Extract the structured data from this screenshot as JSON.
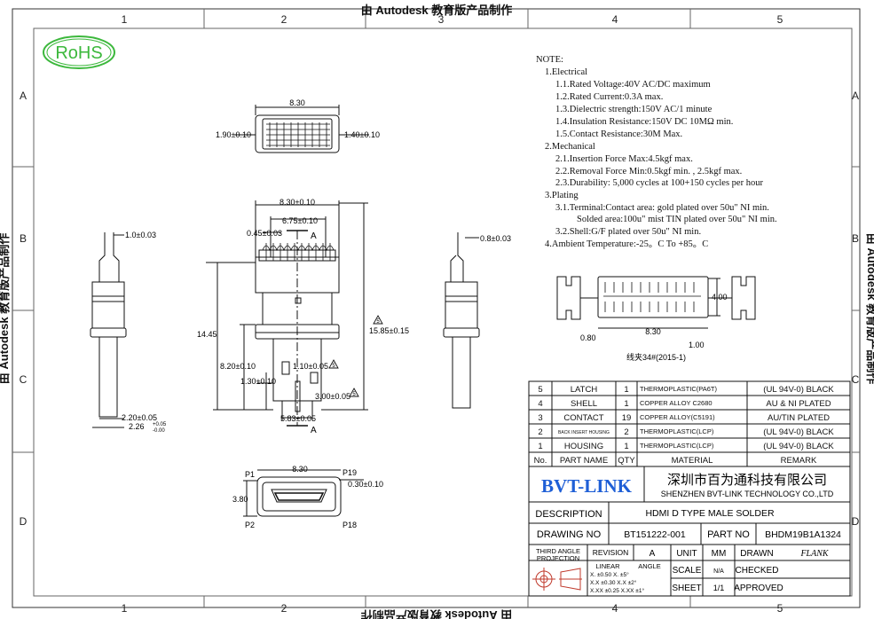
{
  "watermark": {
    "top": "由 Autodesk 教育版产品制作",
    "bottom": "由 Autodesk 教育版产品制作",
    "left": "由 Autodesk 教育版产品制作",
    "right": "由 Autodesk 教育版产品制作"
  },
  "grid": {
    "columns": [
      "1",
      "2",
      "3",
      "4",
      "5"
    ],
    "rows": [
      "A",
      "B",
      "C",
      "D"
    ]
  },
  "rohs": "RoHS",
  "notes": [
    "NOTE:",
    "1.Electrical",
    "1.1.Rated Voltage:40V AC/DC maximum",
    "1.2.Rated Current:0.3A max.",
    "1.3.Dielectric strength:150V AC/1 minute",
    "1.4.Insulation Resistance:150V DC 10MΩ min.",
    "1.5.Contact Resistance:30M  Max.",
    "2.Mechanical",
    "2.1.Insertion Force Max:4.5kgf max.",
    "2.2.Removal Force Min:0.5kgf min. , 2.5kgf max.",
    "2.3.Durability: 5,000 cycles at 100+150 cycles per hour",
    "3.Plating",
    "3.1.Terminal:Contact area: gold plated over 50u\" NI min.",
    "Solded area:100u\" mist TIN plated over 50u\" NI min.",
    "3.2.Shell:G/F plated over 50u\" NI min.",
    "4.Ambient Temperature:-25。C To +85。C"
  ],
  "dims": {
    "top_width": "8.30",
    "top_left": "1.90±0.10",
    "top_right": "1.40±0.10",
    "front_width": "8.30±0.10",
    "front_inner": "6.75±0.10",
    "pitch": "0.45±0.03",
    "section_a": "A",
    "height_total": "14.45",
    "height_right": "15.85±0.15",
    "body_height": "8.20±0.10",
    "body_small": "1.30±0.10",
    "pin": "1.10±0.05",
    "pin_right": "3.00±0.05",
    "bottom_width": "5.83±0.05",
    "side_left_top": "1.0±0.03",
    "side_left_bottom1": "2.20±0.05",
    "side_left_bottom2": "2.26",
    "side_left_tol_plus": "+0.05",
    "side_left_tol_minus": "-0.00",
    "side_right_top": "0.8±0.03",
    "face_width": "8.30",
    "face_height": "3.80",
    "face_gap": "0.30±0.10",
    "p1": "P1",
    "p2": "P2",
    "p18": "P18",
    "p19": "P19",
    "strip_width": "8.30",
    "strip_height": "4.00",
    "strip_left": "0.80",
    "strip_right": "1.00",
    "strip_caption": "线夹34#(2015-1)",
    "tri": "5"
  },
  "bom": {
    "rows": [
      {
        "no": "5",
        "part": "LATCH",
        "qty": "1",
        "material": "THERMOPLASTIC(PA6T)",
        "remark": "(UL 94V-0) BLACK"
      },
      {
        "no": "4",
        "part": "SHELL",
        "qty": "1",
        "material": "COPPER ALLOY C2680",
        "remark": "AU & NI PLATED"
      },
      {
        "no": "3",
        "part": "CONTACT",
        "qty": "19",
        "material": "COPPER ALLOY(C5191)",
        "remark": "AU/TIN PLATED"
      },
      {
        "no": "2",
        "part": "BACK INSERT HOUSING",
        "qty": "2",
        "material": "THERMOPLASTIC(LCP)",
        "remark": "(UL 94V-0) BLACK"
      },
      {
        "no": "1",
        "part": "HOUSING",
        "qty": "1",
        "material": "THERMOPLASTIC(LCP)",
        "remark": "(UL 94V-0) BLACK"
      }
    ],
    "header": {
      "no": "No.",
      "part": "PART NAME",
      "qty": "QTY",
      "material": "MATERIAL",
      "remark": "REMARK"
    }
  },
  "title_block": {
    "logo": "BVT-LINK",
    "company_cn": "深圳市百为通科技有限公司",
    "company_en": "SHENZHEN BVT-LINK TECHNOLOGY CO.,LTD",
    "description_label": "DESCRIPTION",
    "description": "HDMI D TYPE MALE SOLDER",
    "drawing_label": "DRAWING NO",
    "drawing_no": "BT151222-001",
    "part_label": "PART NO",
    "part_no": "BHDM19B1A1324",
    "third_angle": "THIRD ANGLE",
    "projection": "PROJECTION",
    "revision_label": "REVISION",
    "revision": "A",
    "unit_label": "UNIT",
    "unit": "MM",
    "drawn_label": "DRAWN",
    "drawn": "FLANK",
    "linear_label": "LINEAR",
    "angle_label": "ANGLE",
    "tol1": "X.   ±0.50  X.   ±5°",
    "tol2": "X.X  ±0.30  X.X  ±2°",
    "tol3": "X.XX ±0.25  X.XX ±1°",
    "scale_label": "SCALE",
    "scale": "N/A",
    "checked_label": "CHECKED",
    "sheet_label": "SHEET",
    "sheet": "1/1",
    "approved_label": "APPROVED"
  }
}
